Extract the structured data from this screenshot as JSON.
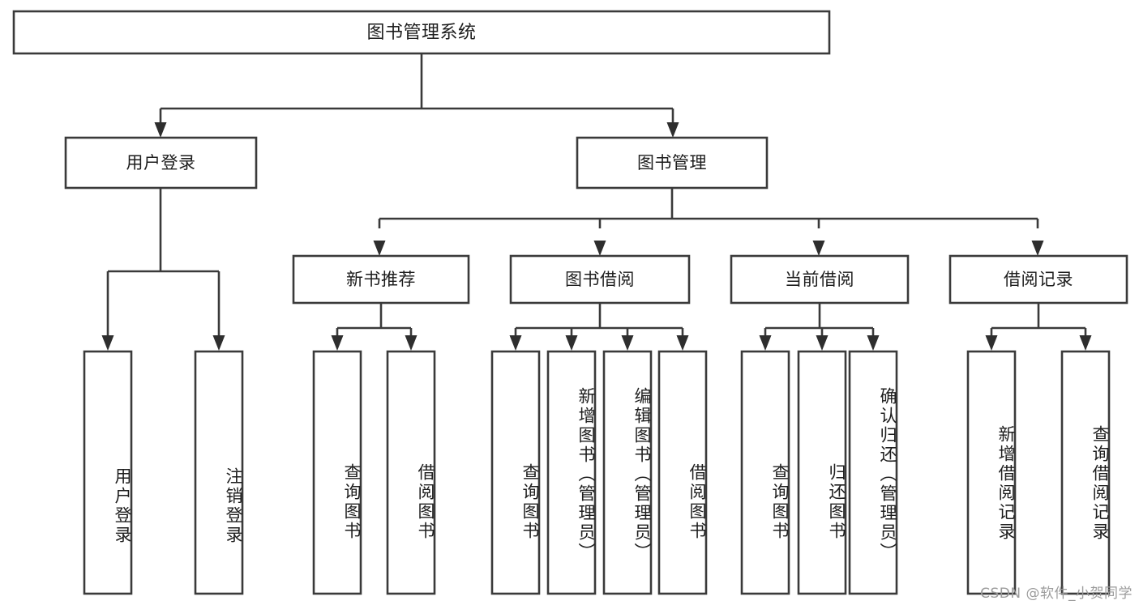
{
  "diagram": {
    "title": "图书管理系统",
    "type": "tree",
    "orientation": "top-down",
    "colors": {
      "background": "#ffffff",
      "box_fill": "#ffffff",
      "box_stroke": "#3a3a3a",
      "connector": "#3a3a3a",
      "arrow": "#2e2e2e",
      "text": "#1d1d1d",
      "watermark": "#9b9b9b"
    },
    "root": {
      "id": "root",
      "label": "图书管理系统",
      "orientation": "horizontal"
    },
    "level2": [
      {
        "id": "user-login",
        "label": "用户登录",
        "orientation": "horizontal"
      },
      {
        "id": "book-manage",
        "label": "图书管理",
        "orientation": "horizontal"
      }
    ],
    "level3": [
      {
        "id": "new-book-recommend",
        "label": "新书推荐",
        "parent": "book-manage",
        "orientation": "horizontal"
      },
      {
        "id": "book-borrow",
        "label": "图书借阅",
        "parent": "book-manage",
        "orientation": "horizontal"
      },
      {
        "id": "current-borrow",
        "label": "当前借阅",
        "parent": "book-manage",
        "orientation": "horizontal"
      },
      {
        "id": "borrow-record",
        "label": "借阅记录",
        "parent": "book-manage",
        "orientation": "horizontal"
      }
    ],
    "leaves": [
      {
        "id": "leaf-user-login",
        "label": "用户登录",
        "parent": "user-login",
        "orientation": "vertical"
      },
      {
        "id": "leaf-logout-login",
        "label": "注销登录",
        "parent": "user-login",
        "orientation": "vertical"
      },
      {
        "id": "leaf-query-book-1",
        "label": "查询图书",
        "parent": "new-book-recommend",
        "orientation": "vertical"
      },
      {
        "id": "leaf-borrow-book-1",
        "label": "借阅图书",
        "parent": "new-book-recommend",
        "orientation": "vertical"
      },
      {
        "id": "leaf-query-book-2",
        "label": "查询图书",
        "parent": "book-borrow",
        "orientation": "vertical"
      },
      {
        "id": "leaf-add-book",
        "label": "新增图书（管理员）",
        "parent": "book-borrow",
        "orientation": "vertical"
      },
      {
        "id": "leaf-edit-book",
        "label": "编辑图书（管理员）",
        "parent": "book-borrow",
        "orientation": "vertical"
      },
      {
        "id": "leaf-borrow-book-2",
        "label": "借阅图书",
        "parent": "book-borrow",
        "orientation": "vertical"
      },
      {
        "id": "leaf-query-book-3",
        "label": "查询图书",
        "parent": "current-borrow",
        "orientation": "vertical"
      },
      {
        "id": "leaf-return-book",
        "label": "归还图书",
        "parent": "current-borrow",
        "orientation": "vertical"
      },
      {
        "id": "leaf-confirm-return",
        "label": "确认归还（管理员）",
        "parent": "current-borrow",
        "orientation": "vertical"
      },
      {
        "id": "leaf-add-record",
        "label": "新增借阅记录",
        "parent": "borrow-record",
        "orientation": "vertical"
      },
      {
        "id": "leaf-query-record",
        "label": "查询借阅记录",
        "parent": "borrow-record",
        "orientation": "vertical"
      }
    ]
  },
  "watermark": {
    "text": "CSDN @软件_小贺同学"
  }
}
